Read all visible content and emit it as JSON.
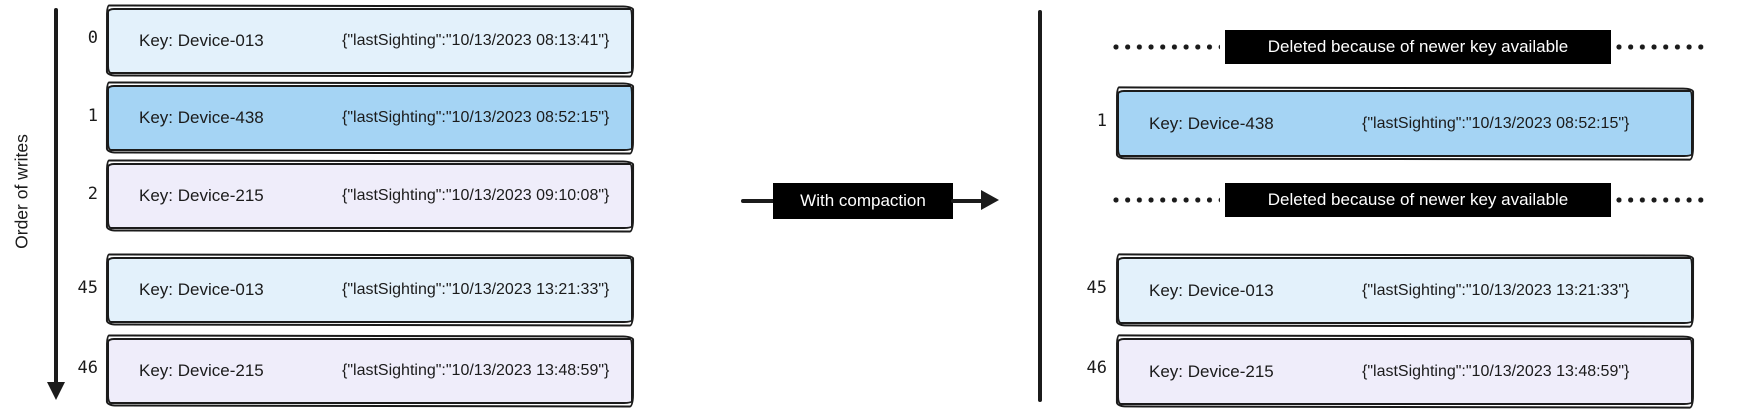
{
  "left_panel": {
    "axis_label": "Order of writes",
    "rows": [
      {
        "index": "0",
        "key": "Key: Device-013",
        "value": "{\"lastSighting\":\"10/13/2023 08:13:41\"}",
        "color": "light-blue"
      },
      {
        "index": "1",
        "key": "Key: Device-438",
        "value": "{\"lastSighting\":\"10/13/2023 08:52:15\"}",
        "color": "blue"
      },
      {
        "index": "2",
        "key": "Key: Device-215",
        "value": "{\"lastSighting\":\"10/13/2023 09:10:08\"}",
        "color": "lavender"
      },
      {
        "index": "45",
        "key": "Key: Device-013",
        "value": "{\"lastSighting\":\"10/13/2023 13:21:33\"}",
        "color": "light-blue"
      },
      {
        "index": "46",
        "key": "Key: Device-215",
        "value": "{\"lastSighting\":\"10/13/2023 13:48:59\"}",
        "color": "lavender"
      }
    ]
  },
  "compaction_arrow": {
    "label": "With compaction"
  },
  "right_panel": {
    "rows": [
      {
        "type": "deleted",
        "label": "Deleted because of newer key available"
      },
      {
        "type": "record",
        "index": "1",
        "key": "Key: Device-438",
        "value": "{\"lastSighting\":\"10/13/2023 08:52:15\"}",
        "color": "blue"
      },
      {
        "type": "deleted",
        "label": "Deleted because of newer key available"
      },
      {
        "type": "record",
        "index": "45",
        "key": "Key: Device-013",
        "value": "{\"lastSighting\":\"10/13/2023 13:21:33\"}",
        "color": "light-blue"
      },
      {
        "type": "record",
        "index": "46",
        "key": "Key: Device-215",
        "value": "{\"lastSighting\":\"10/13/2023 13:48:59\"}",
        "color": "lavender"
      }
    ]
  },
  "colors": {
    "ink": "#1b1b1b",
    "light_blue": "#e3f1fb",
    "blue": "#a5d4f4",
    "lavender": "#efedfa",
    "label_background": "#000000",
    "label_text": "#ffffff"
  }
}
